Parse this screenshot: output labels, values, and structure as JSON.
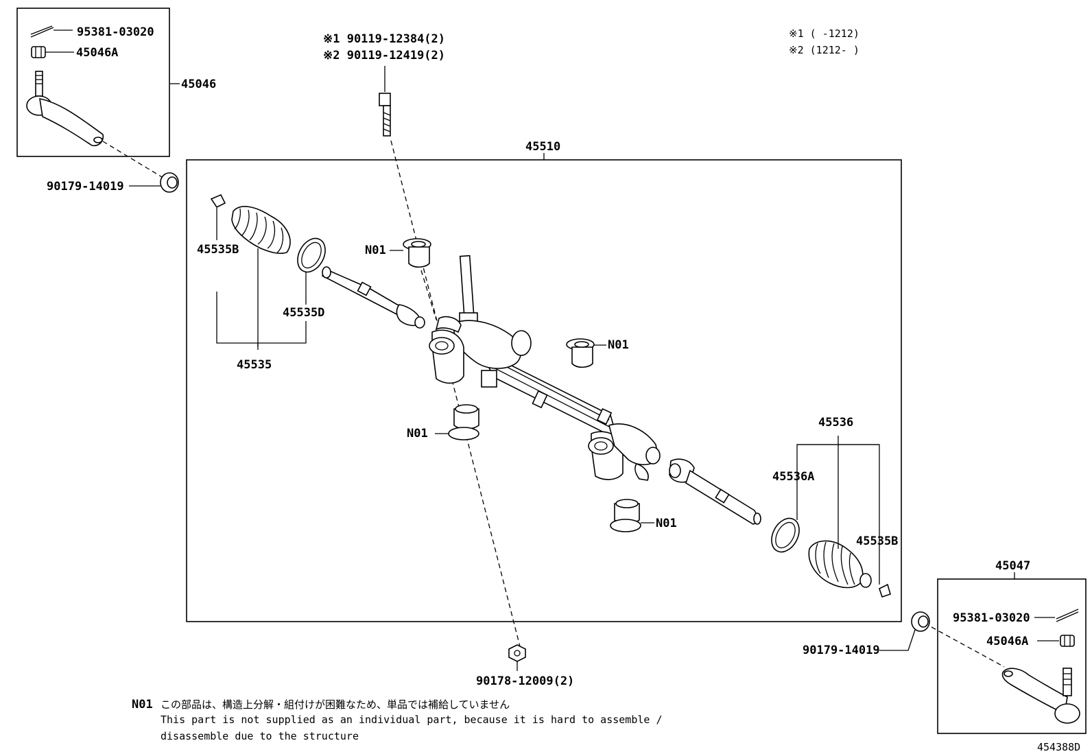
{
  "legend": {
    "line1": "※1 (    -1212)",
    "line2": "※2 (1212-    )"
  },
  "labels": {
    "cotter_pin_left": "95381-03020",
    "nut_45046a_left": "45046A",
    "tie_rod_end_left": "45046",
    "bolt_note_1": "※1 90119-12384(2)",
    "bolt_note_2": "※2 90119-12419(2)",
    "gear_assembly": "45510",
    "collar_left": "90179-14019",
    "clip_45535b_left": "45535B",
    "clamp_45535d": "45535D",
    "boot_kit_left": "45535",
    "bushing_1": "N01",
    "bushing_2": "N01",
    "bushing_3": "N01",
    "bushing_4": "N01",
    "boot_kit_right": "45536",
    "clamp_45536a": "45536A",
    "clip_45535b_right": "45535B",
    "tie_rod_end_right": "45047",
    "cotter_pin_right": "95381-03020",
    "nut_45046a_right": "45046A",
    "collar_right": "90179-14019",
    "nut_bottom": "90178-12009(2)"
  },
  "footnote": {
    "code": "N01",
    "jp": "この部品は、構造上分解・組付けが困難なため、単品では補給していません",
    "en1": "This part is not supplied as an individual part, because it is hard to assemble /",
    "en2": "disassemble due to the structure"
  },
  "diagram_id": "454388D"
}
